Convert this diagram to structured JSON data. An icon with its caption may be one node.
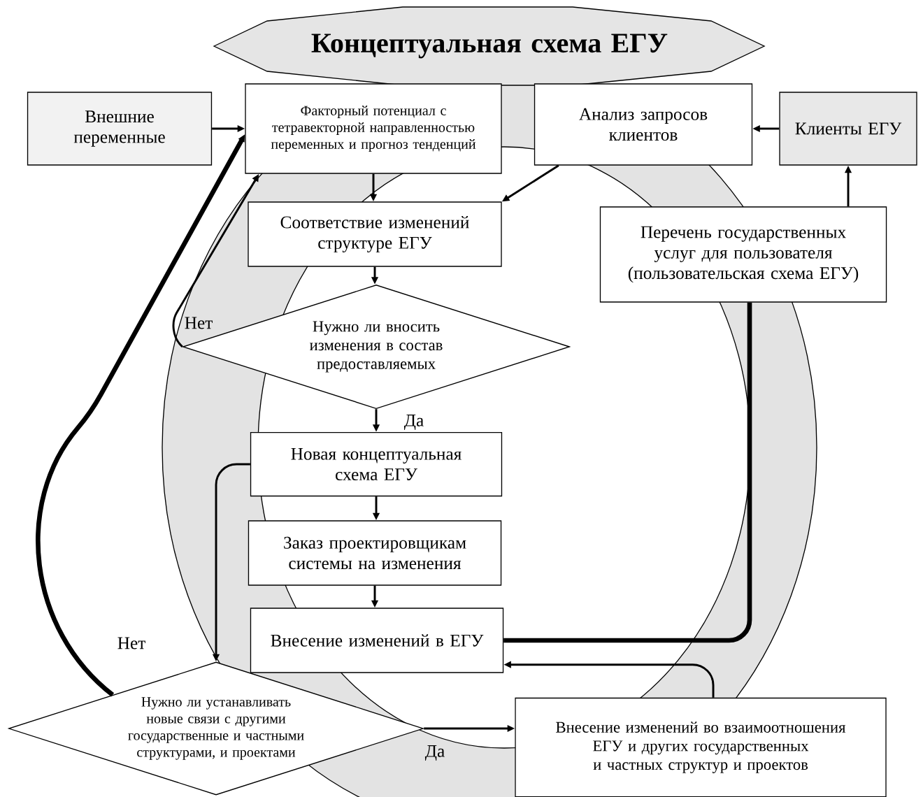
{
  "diagram": {
    "nodes": [
      {
        "text": [
          "Концептуальная схема ЕГУ"
        ]
      },
      {
        "text": [
          "Внешние переменные"
        ]
      },
      {
        "text": [
          "Факторный потенциал с тетравекторной направленностью переменных и прогноз тенденций"
        ]
      },
      {
        "text": [
          "Анализ запросов клиентов"
        ]
      },
      {
        "text": [
          "Клиенты ЕГУ"
        ]
      },
      {
        "text": [
          "Соответствие изменений структуре ЕГУ"
        ]
      },
      {
        "text": [
          "Перечень государственных услуг для пользователя (пользовательская схема ЕГУ)"
        ]
      },
      {
        "text": [
          "Нужно ли вносить изменения в состав предоставляемых"
        ]
      },
      {
        "text": [
          "Новая концептуальная схема ЕГУ"
        ]
      },
      {
        "text": [
          "Заказ проектировщикам системы на изменения"
        ]
      },
      {
        "text": [
          "Внесение изменений в ЕГУ"
        ]
      },
      {
        "text": [
          "Нужно ли устанавливать новые связи с другими государственные и частными структурами, и проектами"
        ]
      },
      {
        "text": [
          "Внесение изменений во взаимоотношения ЕГУ и других государственных и частных структур и проектов"
        ]
      }
    ],
    "edges": [
      {
        "from": 1,
        "to": 2,
        "arrow": "to"
      },
      {
        "from": 4,
        "to": 3,
        "arrow": "to"
      },
      {
        "from": 3,
        "to": 5,
        "arrow": "to"
      },
      {
        "from": 2,
        "to": 5,
        "arrow": "to"
      },
      {
        "from": 5,
        "to": 7,
        "arrow": "to"
      },
      {
        "from": 7,
        "to": 2,
        "arrow": "to",
        "label": "Нет"
      },
      {
        "from": 7,
        "to": 8,
        "arrow": "to",
        "label": "Да"
      },
      {
        "from": 8,
        "to": 9,
        "arrow": "to"
      },
      {
        "from": 9,
        "to": 10,
        "arrow": "to"
      },
      {
        "from": 6,
        "to": 4,
        "arrow": "to"
      },
      {
        "from": 6,
        "to": 10,
        "arrow": "none",
        "style": "thick"
      },
      {
        "from": 12,
        "to": 10,
        "arrow": "to"
      },
      {
        "from": 8,
        "to": 11,
        "arrow": "to"
      },
      {
        "from": 11,
        "to": 12,
        "arrow": "to",
        "label": "Да"
      },
      {
        "from": 11,
        "to": 2,
        "arrow": "to",
        "style": "thick",
        "label": "Нет"
      }
    ]
  }
}
